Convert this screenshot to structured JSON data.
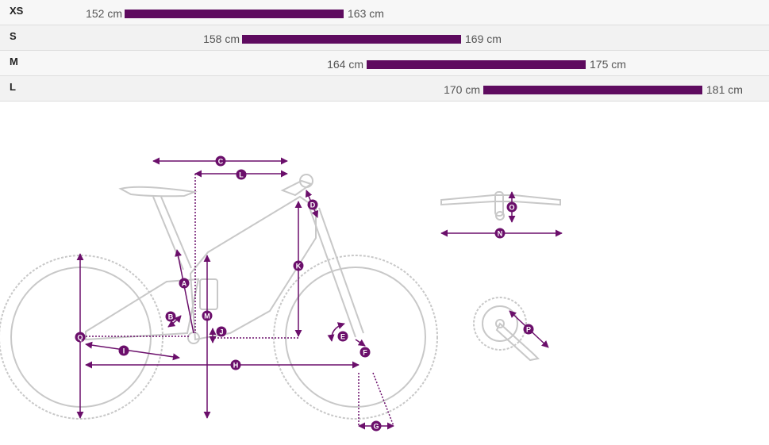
{
  "size_table": {
    "rows": [
      {
        "size": "XS",
        "min": "152 cm",
        "max": "163 cm",
        "min_cm": 152,
        "max_cm": 163
      },
      {
        "size": "S",
        "min": "158 cm",
        "max": "169 cm",
        "min_cm": 158,
        "max_cm": 169
      },
      {
        "size": "M",
        "min": "164 cm",
        "max": "175 cm",
        "min_cm": 164,
        "max_cm": 175
      },
      {
        "size": "L",
        "min": "170 cm",
        "max": "181 cm",
        "min_cm": 170,
        "max_cm": 181
      }
    ],
    "bar_color": "#5e0b5f"
  },
  "geometry_diagram": {
    "marker_color": "#6b0f6b",
    "markers": {
      "A": "A",
      "B": "B",
      "C": "C",
      "D": "D",
      "E": "E",
      "F": "F",
      "G": "G",
      "H": "H",
      "I": "I",
      "J": "J",
      "K": "K",
      "L": "L",
      "M": "M",
      "N": "N",
      "O": "O",
      "P": "P",
      "Q": "Q"
    }
  }
}
